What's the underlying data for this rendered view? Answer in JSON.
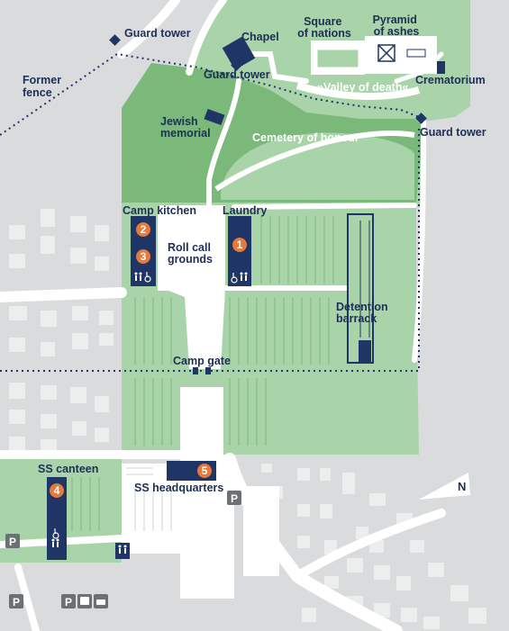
{
  "colors": {
    "background": "#d9dbdc",
    "light_green": "#a9d3a9",
    "dark_green": "#7ab97a",
    "building": "#1e3565",
    "marker": "#e9793a",
    "label": "#1d2f55",
    "road": "#ffffff"
  },
  "labels": {
    "guard_tower_nw": "Guard tower",
    "former_fence": [
      "Former",
      "fence"
    ],
    "chapel": "Chapel",
    "square_of_nations": [
      "Square",
      "of nations"
    ],
    "pyramid_of_ashes": [
      "Pyramid",
      "of ashes"
    ],
    "guard_tower_chapel": "Guard tower",
    "valley_of_death": "»Valley of death«",
    "crematorium": "Crematorium",
    "jewish_memorial": [
      "Jewish",
      "memorial"
    ],
    "cemetery_of_honour": "Cemetery of honour",
    "guard_tower_east": "Guard tower",
    "camp_kitchen": "Camp kitchen",
    "laundry": "Laundry",
    "roll_call_grounds": [
      "Roll call",
      "grounds"
    ],
    "detention_barrack": [
      "Detention",
      "barrack"
    ],
    "camp_gate": "Camp gate",
    "ss_canteen": "SS canteen",
    "ss_headquarters": "SS headquarters",
    "north": "N"
  },
  "markers": [
    "1",
    "2",
    "3",
    "4",
    "5"
  ],
  "icons": {
    "parking": "P",
    "toilets": "toilets-icon",
    "wheelchair": "wheelchair-icon",
    "bus": "bus-icon",
    "car": "car-icon"
  }
}
